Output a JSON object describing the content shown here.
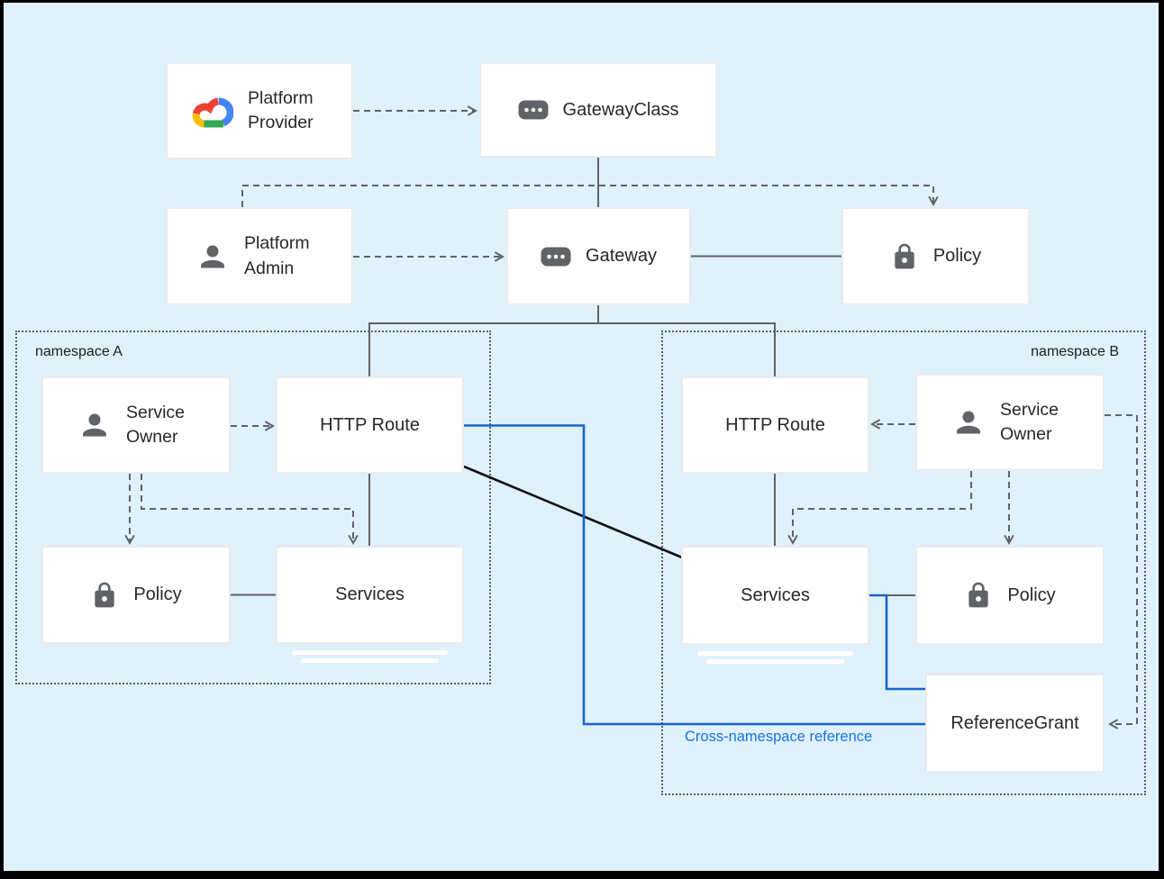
{
  "diagram": {
    "background": "#dff1fb",
    "frame_color": "#000000",
    "namespaces": {
      "a": {
        "label": "namespace A"
      },
      "b": {
        "label": "namespace B"
      }
    },
    "nodes": {
      "platform_provider": {
        "label": "Platform Provider",
        "icon": "google-cloud-logo"
      },
      "gateway_class": {
        "label": "GatewayClass",
        "icon": "gateway-chip"
      },
      "platform_admin": {
        "label": "Platform Admin",
        "icon": "person"
      },
      "gateway": {
        "label": "Gateway",
        "icon": "gateway-chip"
      },
      "policy_top": {
        "label": "Policy",
        "icon": "lock"
      },
      "service_owner_a": {
        "label": "Service Owner",
        "icon": "person"
      },
      "http_route_a": {
        "label": "HTTP Route",
        "icon": null
      },
      "policy_a": {
        "label": "Policy",
        "icon": "lock"
      },
      "services_a": {
        "label": "Services",
        "icon": null
      },
      "http_route_b": {
        "label": "HTTP Route",
        "icon": null
      },
      "service_owner_b": {
        "label": "Service Owner",
        "icon": "person"
      },
      "services_b": {
        "label": "Services",
        "icon": null
      },
      "policy_b": {
        "label": "Policy",
        "icon": "lock"
      },
      "reference_grant": {
        "label": "ReferenceGrant",
        "icon": null
      }
    },
    "annotations": {
      "cross_namespace_reference": {
        "label": "Cross-namespace reference",
        "color": "#1a73e8"
      }
    },
    "icon_colors": {
      "gateway_chip": "#5f6368",
      "person": "#5f6368",
      "lock": "#5f6368",
      "google_cloud_logo": [
        "#ea4335",
        "#fbbc04",
        "#34a853",
        "#4285f4"
      ]
    },
    "connector_colors": {
      "solid_gray": "#5f6368",
      "dashed_gray": "#5f6368",
      "cross_namespace_blue": "#1765cc",
      "direct_link_black": "#111111"
    }
  }
}
